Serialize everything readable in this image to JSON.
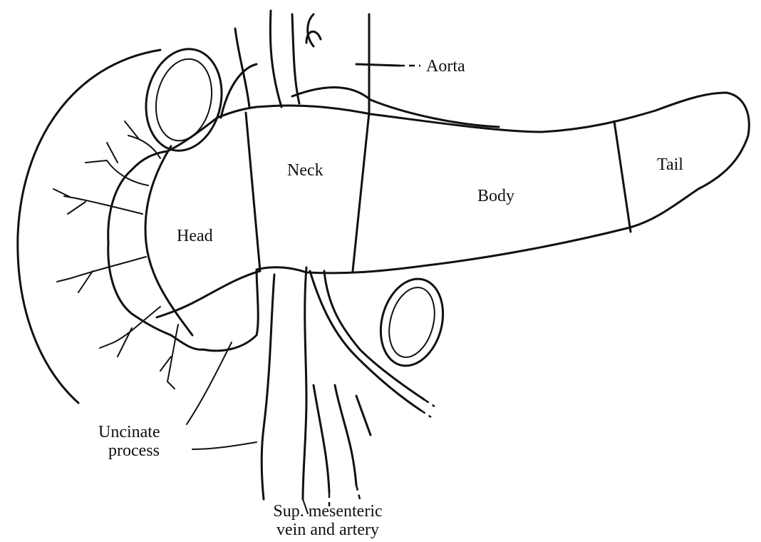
{
  "labels": {
    "aorta": "Aorta",
    "neck": "Neck",
    "body": "Body",
    "tail": "Tail",
    "head": "Head",
    "uncinate_line1": "Uncinate",
    "uncinate_line2": "process",
    "sma_line1": "Sup. mesenteric",
    "sma_line2": "vein and artery"
  },
  "colors": {
    "ink": "#111111",
    "background": "#ffffff"
  }
}
